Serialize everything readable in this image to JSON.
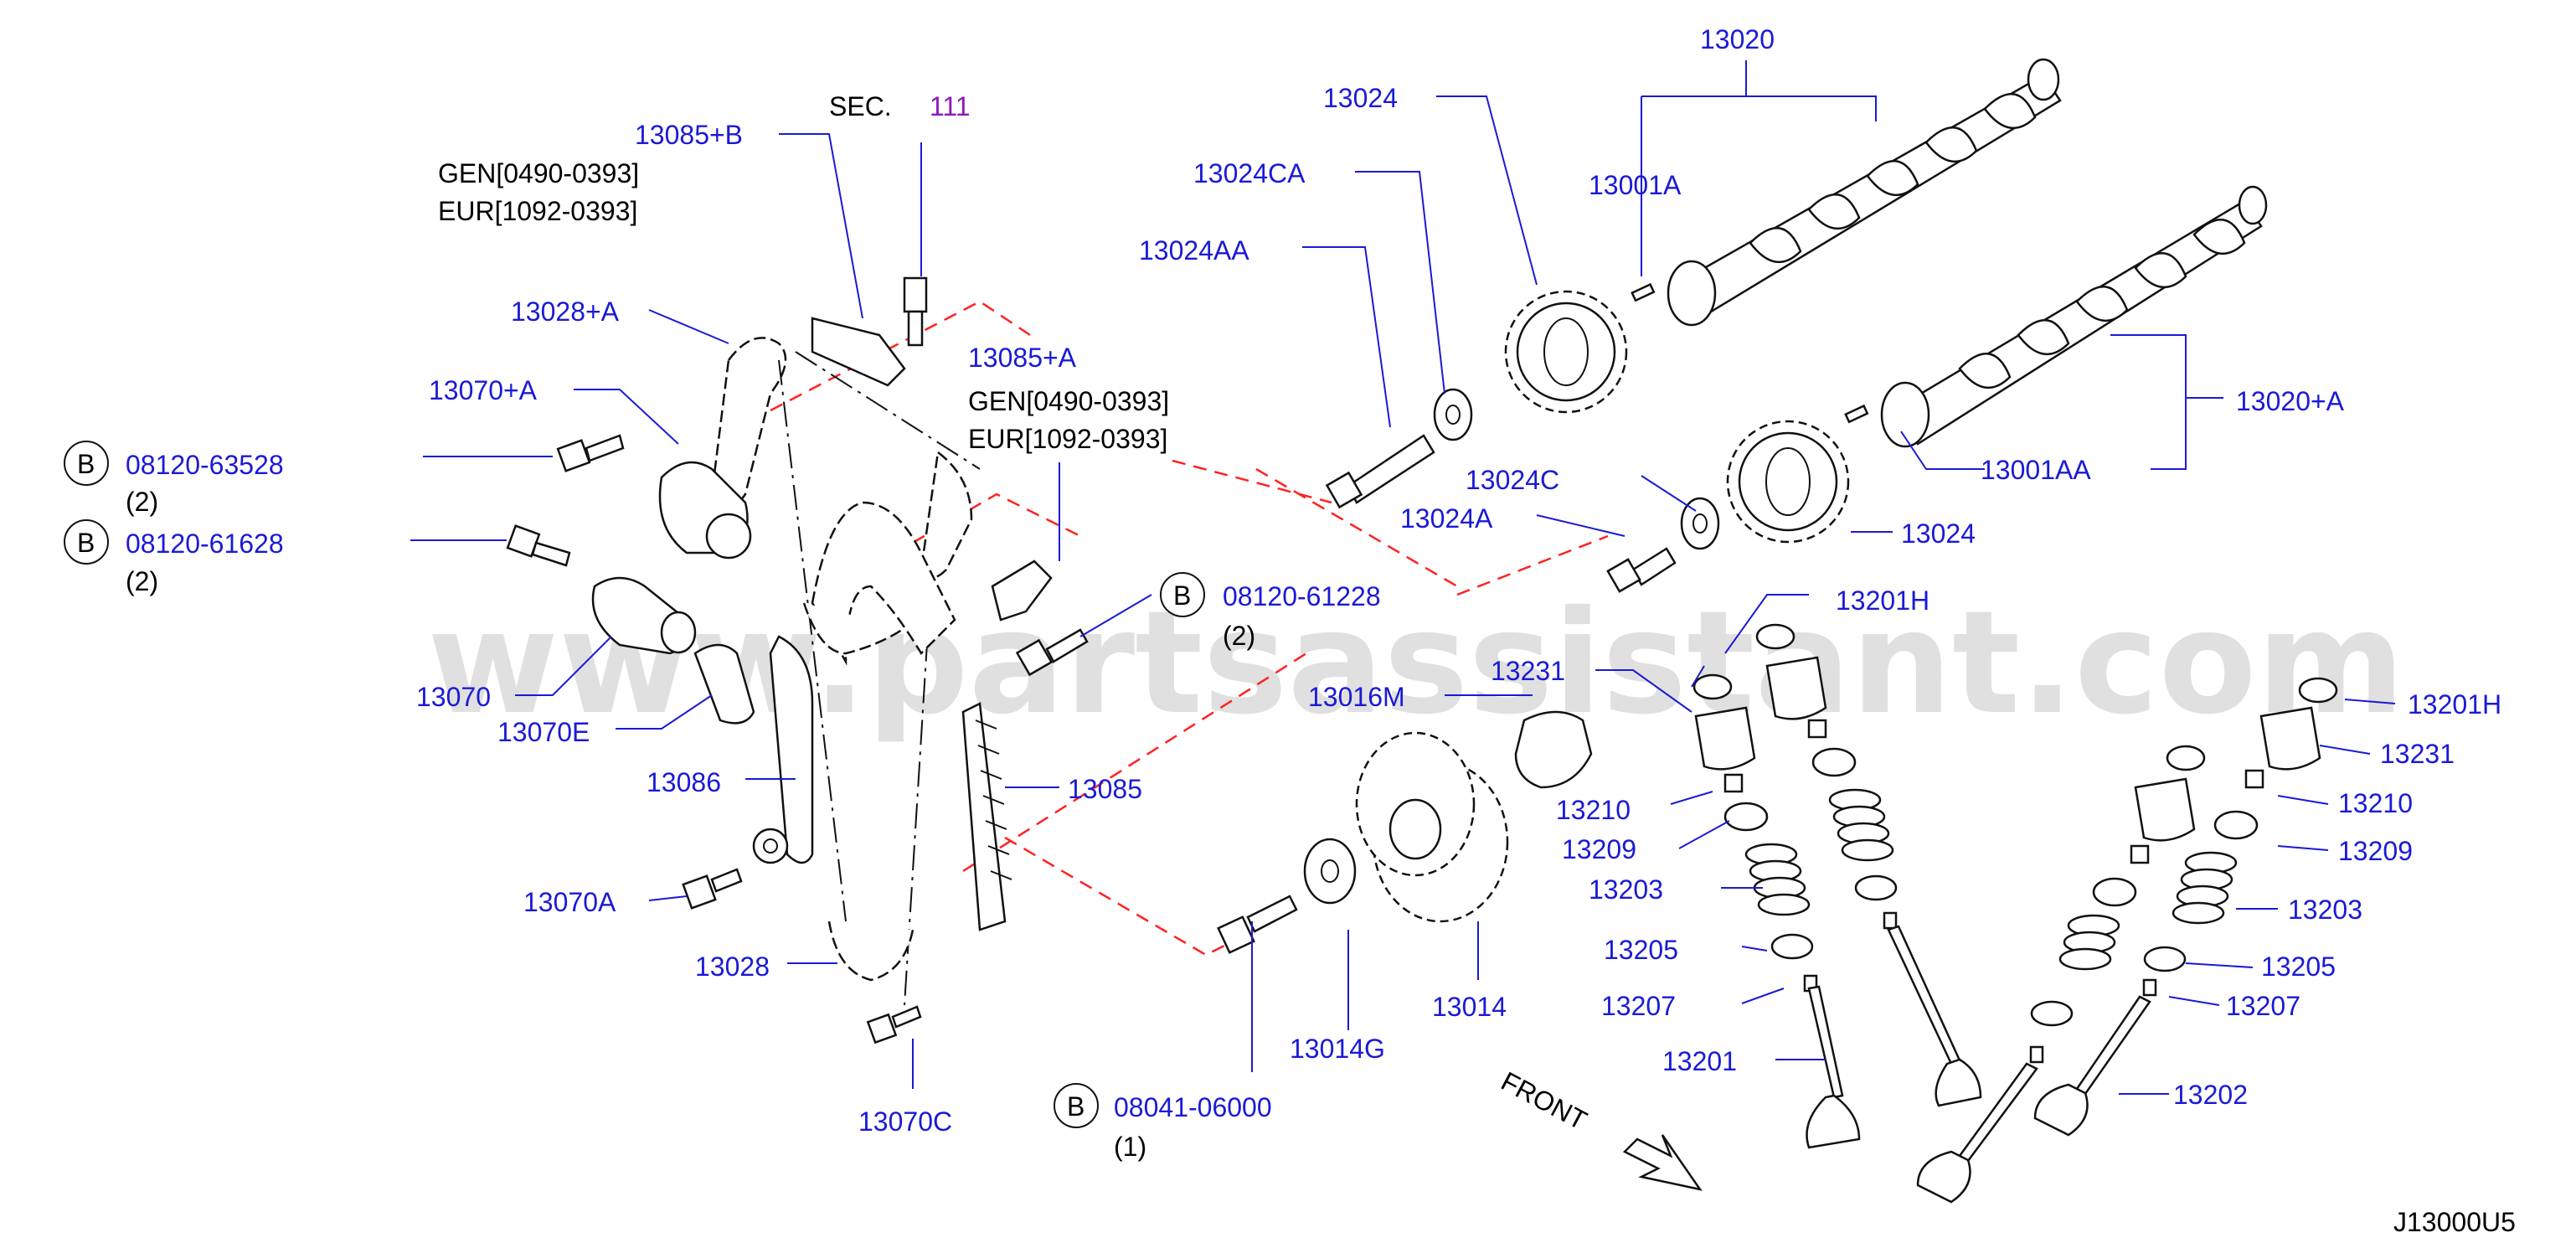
{
  "watermark": "www.partsassistant.com",
  "diagram_code": "J13000U5",
  "direction_label": "FRONT",
  "sec_ref": {
    "prefix": "SEC.",
    "number": "111"
  },
  "notes": {
    "gen_1": "GEN[0490-0393]",
    "eur_1": "EUR[1092-0393]",
    "gen_2": "GEN[0490-0393]",
    "eur_2": "EUR[1092-0393]"
  },
  "part_labels": {
    "p13020": "13020",
    "p13024_top": "13024",
    "p13001A": "13001A",
    "p13024CA": "13024CA",
    "p13024AA": "13024AA",
    "p13020A": "13020+A",
    "p13001AA": "13001AA",
    "p13024C": "13024C",
    "p13024A": "13024A",
    "p13024_mid": "13024",
    "p13085B": "13085+B",
    "p13028A": "13028+A",
    "p13085A": "13085+A",
    "p13070A_plus": "13070+A",
    "p13070": "13070",
    "p13070E": "13070E",
    "p13086": "13086",
    "p13085": "13085",
    "p13070A": "13070A",
    "p13028": "13028",
    "p13070C": "13070C",
    "p13016M": "13016M",
    "p13014": "13014",
    "p13014G": "13014G",
    "p13201H_a": "13201H",
    "p13231_a": "13231",
    "p13210_a": "13210",
    "p13209_a": "13209",
    "p13203_a": "13203",
    "p13205_a": "13205",
    "p13207_a": "13207",
    "p13201": "13201",
    "p13201H_b": "13201H",
    "p13231_b": "13231",
    "p13210_b": "13210",
    "p13209_b": "13209",
    "p13203_b": "13203",
    "p13205_b": "13205",
    "p13207_b": "13207",
    "p13202": "13202"
  },
  "bolts": [
    {
      "badge": "B",
      "number": "08120-63528",
      "qty": "(2)"
    },
    {
      "badge": "B",
      "number": "08120-61628",
      "qty": "(2)"
    },
    {
      "badge": "B",
      "number": "08120-61228",
      "qty": "(2)"
    },
    {
      "badge": "B",
      "number": "08041-06000",
      "qty": "(1)"
    }
  ]
}
